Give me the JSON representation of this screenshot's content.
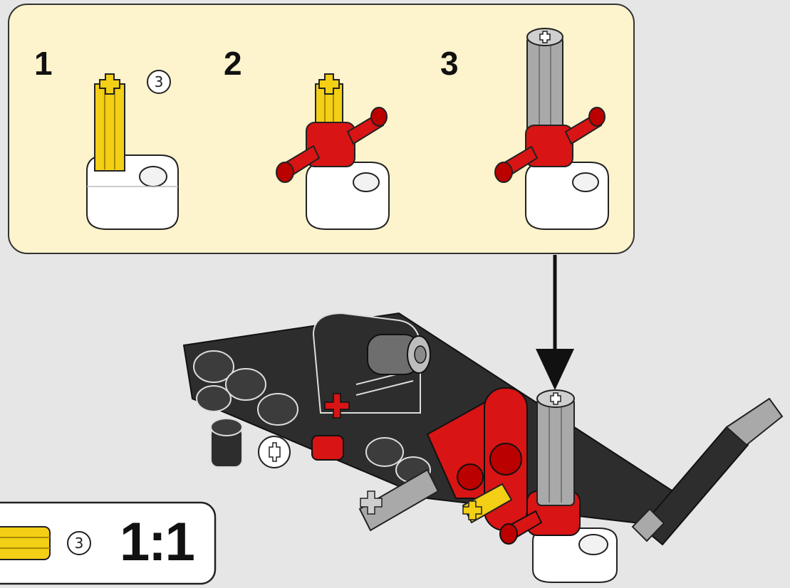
{
  "substeps": [
    {
      "number": "1",
      "part_count": "3"
    },
    {
      "number": "2"
    },
    {
      "number": "3"
    }
  ],
  "part_callout": {
    "count": "3",
    "scale": "1:1"
  },
  "colors": {
    "callout_bg": "#fdf3cc",
    "page_bg": "#e6e6e6",
    "yellow": "#f3cf15",
    "red": "#d81414",
    "gray": "#a9a9a9",
    "black": "#2d2d2d",
    "white": "#ffffff"
  },
  "icons": [
    "yellow-axle-icon",
    "white-liftarm-icon",
    "red-connector-icon",
    "gray-axle-icon",
    "down-arrow-icon"
  ]
}
